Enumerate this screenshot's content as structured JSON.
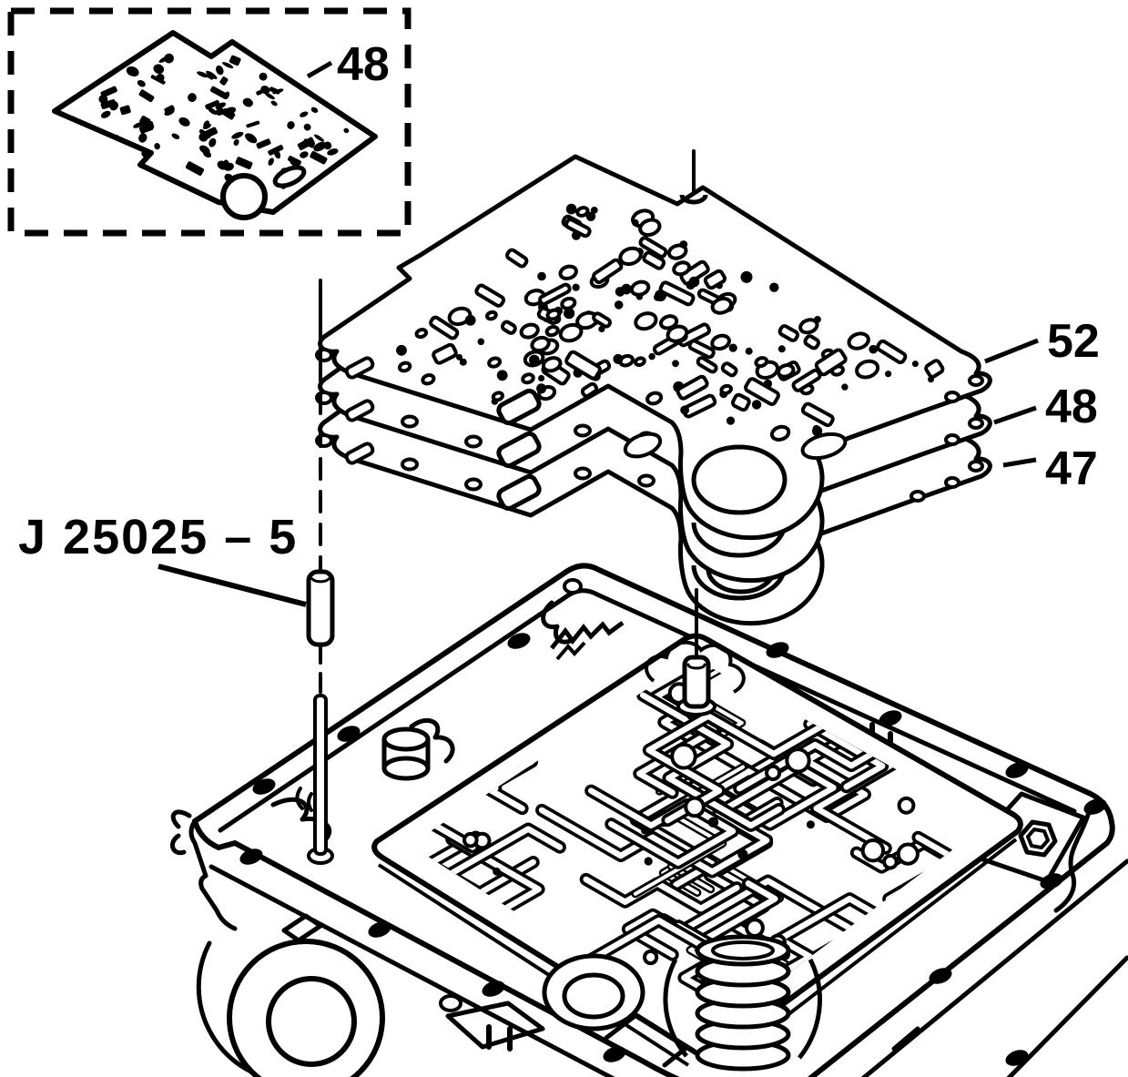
{
  "figure": {
    "type": "exploded-parts-diagram",
    "subject": "Transmission control valve body with spacer plate and gaskets",
    "colors": {
      "ink": "#000000",
      "paper": "#ffffff"
    },
    "callouts": {
      "inset_plate": "48",
      "spacer_plate": "52",
      "gasket_upper": "48",
      "gasket_lower": "47",
      "guide_pin_tool": "J 25025 – 5"
    }
  }
}
